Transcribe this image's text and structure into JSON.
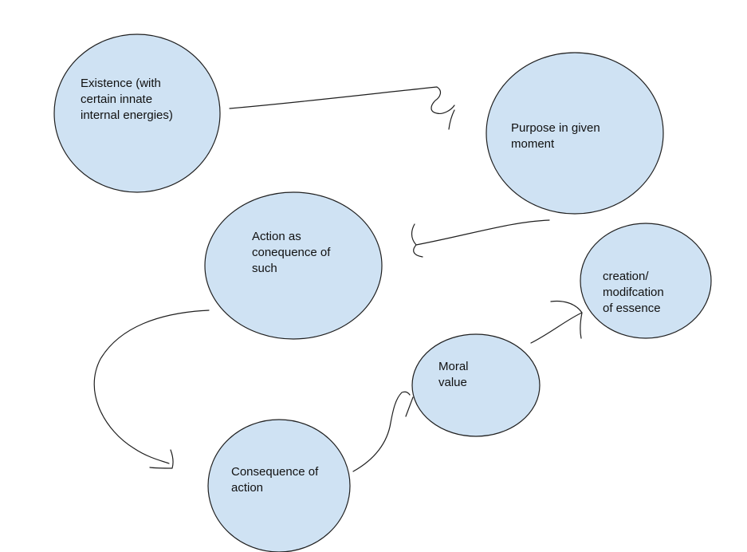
{
  "diagram": {
    "nodes": [
      {
        "id": "existence",
        "label": "Existence (with\ncertain innate\ninternal energies)"
      },
      {
        "id": "purpose",
        "label": "Purpose in given\nmoment"
      },
      {
        "id": "action",
        "label": "Action as\nconequence of\nsuch"
      },
      {
        "id": "creation",
        "label": "creation/\nmodifcation\nof essence"
      },
      {
        "id": "moral",
        "label": "Moral\nvalue"
      },
      {
        "id": "consequence",
        "label": "Consequence of\naction"
      }
    ],
    "edges": [
      {
        "from": "existence",
        "to": "purpose"
      },
      {
        "from": "purpose",
        "to": "action"
      },
      {
        "from": "action",
        "to": "consequence"
      },
      {
        "from": "consequence",
        "to": "moral"
      },
      {
        "from": "moral",
        "to": "creation"
      }
    ],
    "colors": {
      "node_fill": "#cfe2f3",
      "stroke": "#1f1f1f",
      "text": "#111111"
    }
  }
}
